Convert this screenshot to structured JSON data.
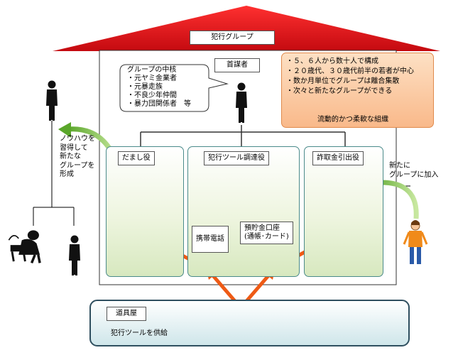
{
  "group": {
    "title": "犯行グループ",
    "leader_label": "首謀者",
    "core": {
      "heading": "グループの中核",
      "members": [
        "・元ヤミ金業者",
        "・元暴走族",
        "・不良少年仲間",
        "・暴力団関係者　等"
      ]
    }
  },
  "traits": {
    "items": [
      "・５、６人から数十人で構成",
      "・２０歳代、３０歳代前半の若者が中心",
      "・数か月単位でグループは離合集散",
      "・次々と新たなグループができる"
    ],
    "conclusion": "流動的かつ柔軟な組織"
  },
  "roles": {
    "deception": {
      "label": "だまし役"
    },
    "procurement": {
      "label": "犯行ツール調達役",
      "phone_label": "携帯電話",
      "account_label": "預貯金口座\n(通帳･カード)"
    },
    "withdrawal": {
      "label": "詐取金引出役"
    }
  },
  "left": {
    "note": [
      "ノウハウを",
      "習得して",
      "新たな",
      "グループを",
      "形成"
    ]
  },
  "right": {
    "note": [
      "新たに",
      "グループに加入"
    ]
  },
  "supplier": {
    "label": "道具屋",
    "desc": "犯行ツールを供給"
  },
  "colors": {
    "roof": "#e8141c",
    "arrow_orange": "#ee5a15",
    "arrow_green": "#7cc243",
    "box_border": "#4a8a8a"
  }
}
